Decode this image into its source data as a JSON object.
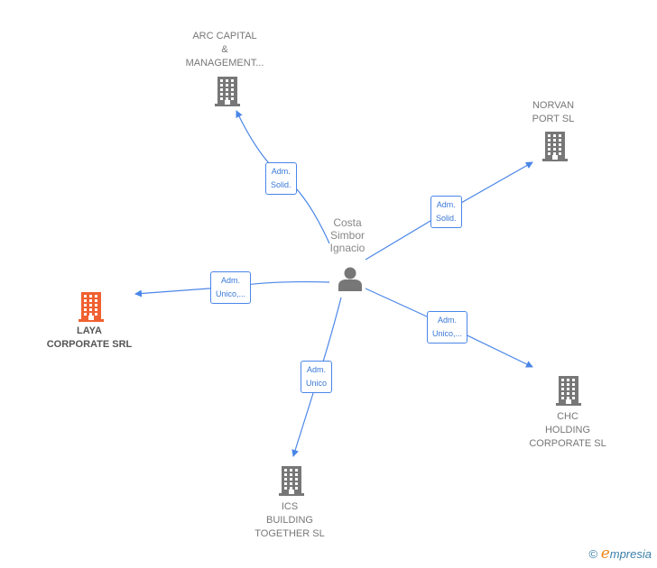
{
  "center": {
    "name_lines": [
      "Costa",
      "Simbor",
      "Ignacio"
    ],
    "icon": "person-icon",
    "color": "#777777"
  },
  "companies": [
    {
      "id": "arc",
      "lines": [
        "ARC CAPITAL",
        "&",
        "MANAGEMENT..."
      ],
      "icon": "building-icon",
      "color": "#777777",
      "relation": [
        "Adm.",
        "Solid."
      ]
    },
    {
      "id": "norvan",
      "lines": [
        "NORVAN",
        "PORT SL"
      ],
      "icon": "building-icon",
      "color": "#777777",
      "relation": [
        "Adm.",
        "Solid."
      ]
    },
    {
      "id": "laya",
      "lines": [
        "LAYA",
        "CORPORATE SRL"
      ],
      "icon": "building-icon",
      "color": "#f06030",
      "relation": [
        "Adm.",
        "Unico,..."
      ]
    },
    {
      "id": "chc",
      "lines": [
        "CHC",
        "HOLDING",
        "CORPORATE SL"
      ],
      "icon": "building-icon",
      "color": "#777777",
      "relation": [
        "Adm.",
        "Unico,..."
      ]
    },
    {
      "id": "ics",
      "lines": [
        "ICS",
        "BUILDING",
        "TOGETHER SL"
      ],
      "icon": "building-icon",
      "color": "#777777",
      "relation": [
        "Adm.",
        "Unico"
      ]
    }
  ],
  "edge_color": "#4a86e8",
  "footer": {
    "copyright": "©",
    "brand_initial": "e",
    "brand_rest": "mpresia"
  }
}
